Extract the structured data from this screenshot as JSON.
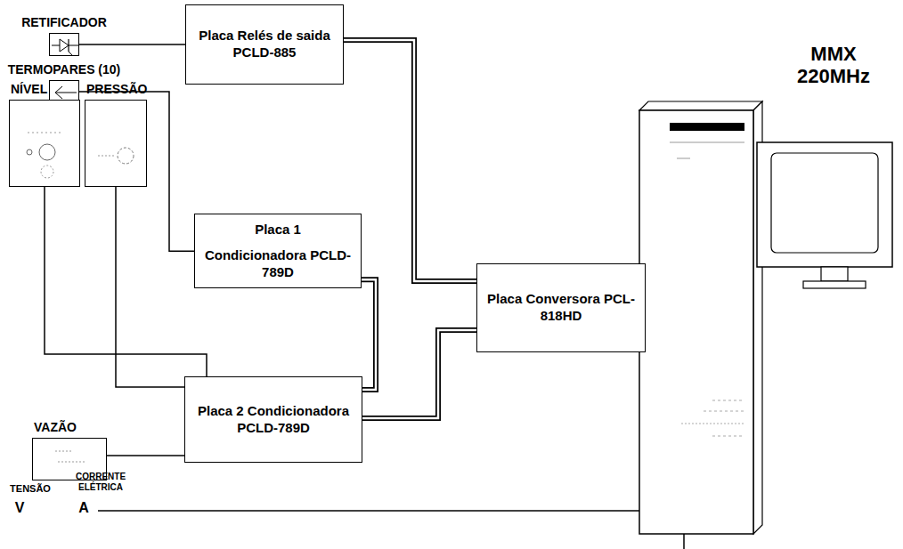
{
  "diagram": {
    "nodes": [
      {
        "text": [
          "RETIFICADOR"
        ]
      },
      {
        "text": [
          "Placa Relés de saida PCLD-885"
        ]
      },
      {
        "text": [
          "TERMOPARES (10)"
        ]
      },
      {
        "text": [
          "Placa 1",
          "Condicionadora PCLD-789D"
        ]
      },
      {
        "text": [
          "NÍVEL"
        ]
      },
      {
        "text": [
          "PRESSÃO"
        ]
      },
      {
        "text": [
          "Placa 2 Condicionadora PCLD-789D"
        ]
      },
      {
        "text": [
          "VAZÃO"
        ]
      },
      {
        "text": [
          "Placa Conversora PCL-818HD"
        ]
      }
    ],
    "edges": [
      {
        "from": 0,
        "to": 1,
        "arrow": "none"
      },
      {
        "from": 1,
        "to": 8,
        "arrow": "none"
      },
      {
        "from": 2,
        "to": 3,
        "arrow": "none"
      },
      {
        "from": 3,
        "to": 6,
        "arrow": "none"
      },
      {
        "from": 4,
        "to": 6,
        "arrow": "none"
      },
      {
        "from": 5,
        "to": 6,
        "arrow": "none"
      },
      {
        "from": 7,
        "to": 6,
        "arrow": "none"
      },
      {
        "from": 6,
        "to": 8,
        "arrow": "none"
      }
    ],
    "labels": [
      "MMX 220MHz",
      "TENSÃO",
      "CORRENTE ELÉTRICA",
      "V",
      "A"
    ]
  }
}
